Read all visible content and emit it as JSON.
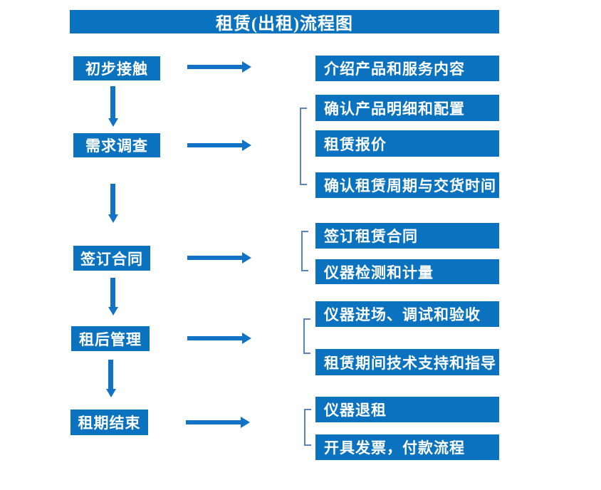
{
  "title": "租赁(出租)流程图",
  "colors": {
    "box_blue": "#0b72bf",
    "arrow_blue": "#1273c6",
    "bracket_blue": "#5b84b8",
    "text_white": "#ffffff",
    "background": "#ffffff"
  },
  "steps": [
    {
      "label": "初步接触",
      "details": [
        "介绍产品和服务内容"
      ]
    },
    {
      "label": "需求调查",
      "details": [
        "确认产品明细和配置",
        "租赁报价",
        "确认租赁周期与交货时间"
      ]
    },
    {
      "label": "签订合同",
      "details": [
        "签订租赁合同",
        "仪器检测和计量"
      ]
    },
    {
      "label": "租后管理",
      "details": [
        "仪器进场、调试和验收",
        "租赁期间技术支持和指导"
      ]
    },
    {
      "label": "租期结束",
      "details": [
        "仪器退租",
        "开具发票，付款流程"
      ]
    }
  ]
}
